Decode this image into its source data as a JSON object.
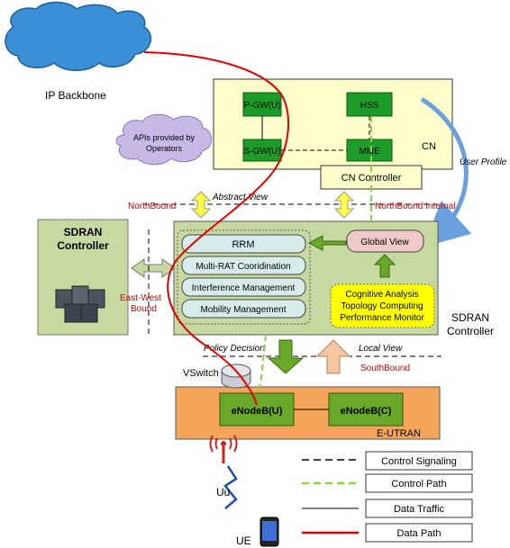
{
  "labels": {
    "ip_backbone": "IP Backbone",
    "pgw": "P-GW(U)",
    "hss": "HSS",
    "sgw": "S-GW(U)",
    "mme": "MME",
    "cn": "CN",
    "cn_controller": "CN Controller",
    "apis_line1": "APIs provided by",
    "apis_line2": "Operators",
    "user_profile": "User Profile",
    "abstract_view": "Abstract View",
    "northbound": "NorthBound",
    "northbound_internal": "NorthBound Internal",
    "sdran_left_line1": "SDRAN",
    "sdran_left_line2": "Controller",
    "rrm": "RRM",
    "multirat": "Multi-RAT Cooridination",
    "interference": "Interference Management",
    "mobility": "Mobility Management",
    "global_view": "Global View",
    "cognitive": "Cognitive Analysis",
    "topology": "Topology Computing",
    "performance": "Performance Monitor",
    "eastwest_line1": "East-West",
    "eastwest_line2": "Bound",
    "sdran_right_line1": "SDRAN",
    "sdran_right_line2": "Controller",
    "policy_decision": "Policy Decision",
    "local_view": "Local View",
    "vswitch": "VSwitch",
    "southbound": "SouthBound",
    "enodeb_u": "eNodeB(U)",
    "enodeb_c": "eNodeB(C)",
    "eutran": "E-UTRAN",
    "uu": "Uu",
    "ue": "UE"
  },
  "legend": [
    {
      "label": "Control Signaling",
      "style": "dashed-black"
    },
    {
      "label": "Control Path",
      "style": "dashed-green"
    },
    {
      "label": "Data Traffic",
      "style": "solid-black"
    },
    {
      "label": "Data Path",
      "style": "solid-red"
    }
  ],
  "colors": {
    "cloud": "#3b8fd6",
    "cn_box": "#ffffcc",
    "green_node": "#1e9c2a",
    "sdran_box": "#c6d9a0",
    "module": "#d9ecec",
    "global_view": "#f0c9c9",
    "yellow_box": "#ffff00",
    "eutran_box": "#f5a55a",
    "data_path": "#e00000",
    "control_path": "#8bd04a",
    "arrow_yellow": "#ffff44",
    "arrow_green": "#6aa827",
    "arrow_peach": "#f5c6a0",
    "arrow_blue": "#6aa0dd"
  }
}
